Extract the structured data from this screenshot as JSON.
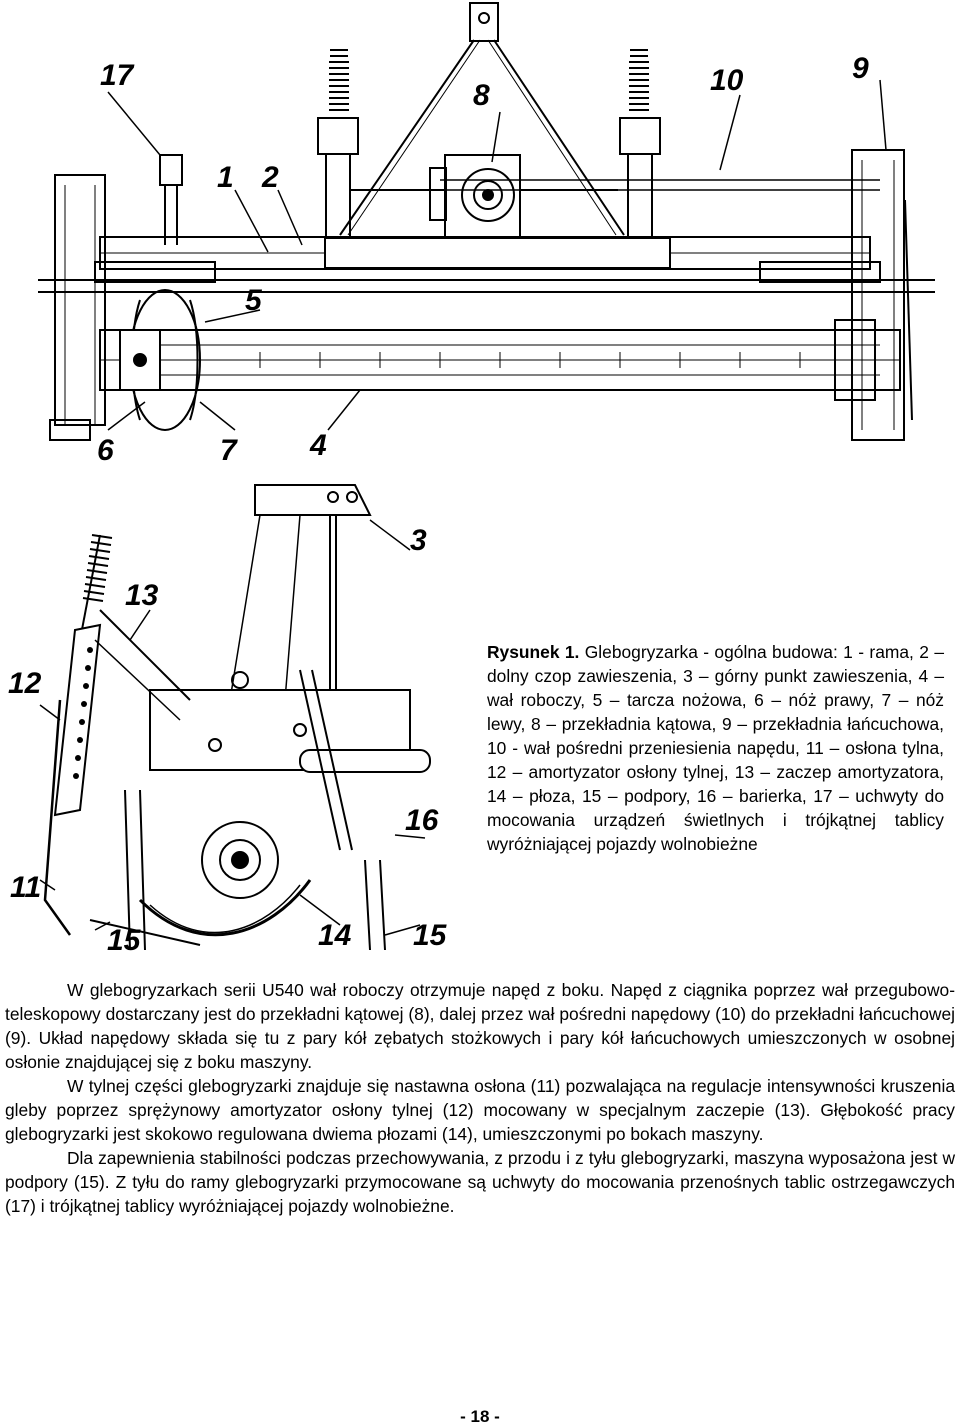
{
  "figure": {
    "callouts": {
      "c17": "17",
      "c1": "1",
      "c2": "2",
      "c8": "8",
      "c10": "10",
      "c9": "9",
      "c5": "5",
      "c6": "6",
      "c7": "7",
      "c4": "4",
      "c3": "3",
      "c13": "13",
      "c12": "12",
      "c16": "16",
      "c11": "11",
      "c15a": "15",
      "c14": "14",
      "c15b": "15"
    },
    "caption_label": "Rysunek 1.",
    "caption_text": "Glebogryzarka - ogólna budowa: 1 - rama, 2 – dolny czop zawieszenia, 3 – górny punkt zawieszenia, 4 – wał roboczy, 5 – tarcza nożowa, 6 – nóż prawy, 7 – nóż lewy, 8 – przekładnia kątowa, 9 – przekładnia łańcuchowa, 10 - wał pośredni przeniesienia napędu, 11 – osłona tylna, 12 – amortyzator osłony tylnej, 13 – zaczep amortyzatora, 14 – płoza, 15 – podpory, 16 – barierka, 17 – uchwyty do mocowania urządzeń świetlnych i trójkątnej tablicy wyróżniającej pojazdy wolnobieżne"
  },
  "body": {
    "p1": "W glebogryzarkach serii U540 wał roboczy otrzymuje napęd z boku. Napęd z ciągnika poprzez wał przegubowo-teleskopowy dostarczany jest do przekładni kątowej (8), dalej przez wał pośredni napędowy (10) do przekładni łańcuchowej (9). Układ napędowy składa się tu z pary kół zębatych stożkowych i pary kół łańcuchowych umieszczonych w osobnej osłonie znajdującej się z boku maszyny.",
    "p2": "W tylnej części glebogryzarki znajduje się nastawna osłona (11) pozwalająca na regulacje intensywności kruszenia gleby poprzez sprężynowy amortyzator osłony tylnej (12) mocowany w specjalnym zaczepie (13). Głębokość pracy glebogryzarki jest skokowo regulowana dwiema płozami (14), umieszczonymi po bokach maszyny.",
    "p3": "Dla zapewnienia stabilności podczas przechowywania, z przodu i z tyłu glebogryzarki, maszyna wyposażona jest w podpory (15). Z tyłu do ramy glebogryzarki przymocowane są uchwyty do mocowania przenośnych tablic ostrzegawczych (17) i trójkątnej tablicy wyróżniającej pojazdy wolnobieżne."
  },
  "footer": {
    "page_number": "- 18 -"
  }
}
